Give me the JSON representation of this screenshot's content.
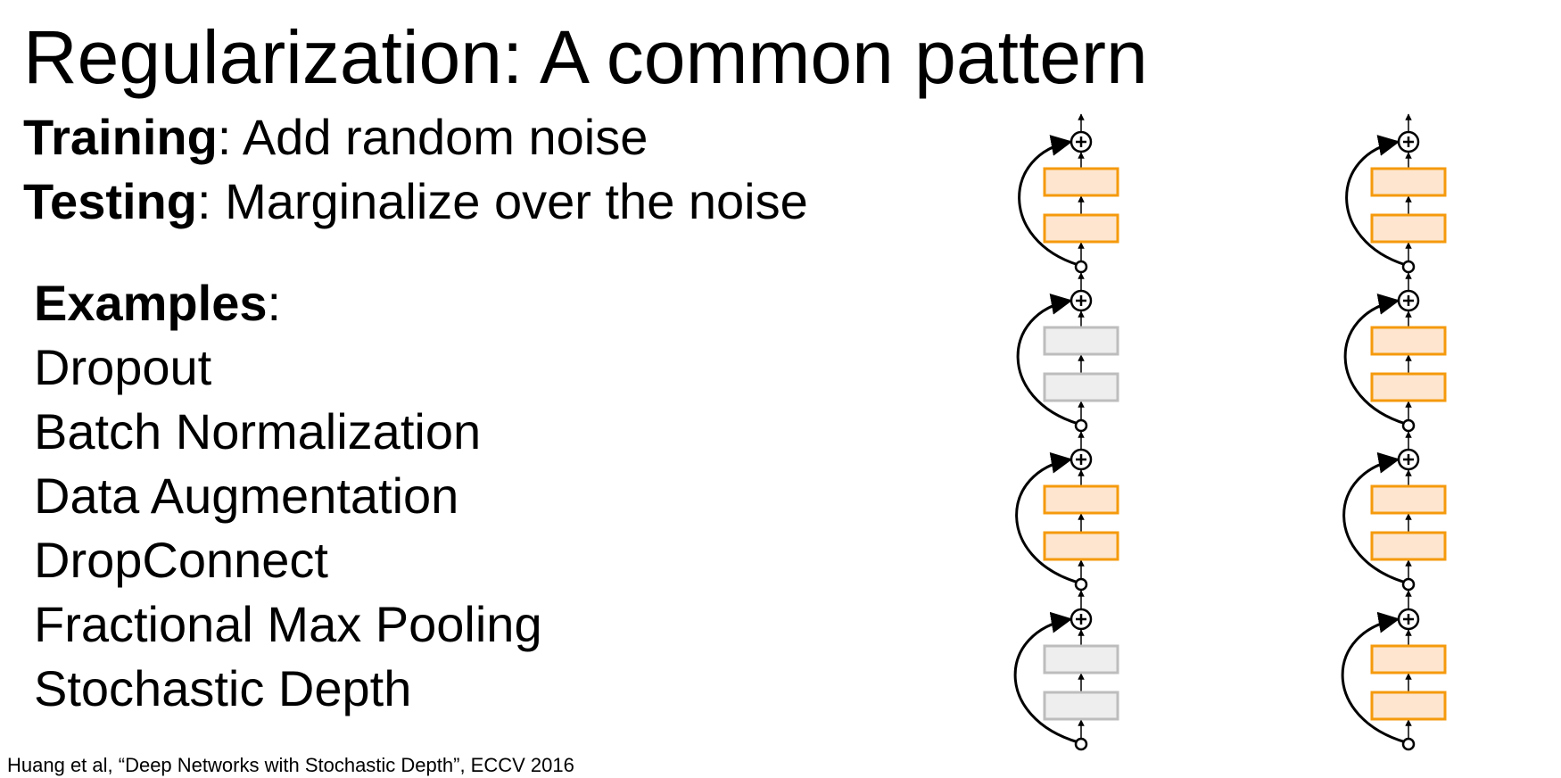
{
  "title": "Regularization: A common pattern",
  "training": {
    "label": "Training",
    "text": ": Add random noise"
  },
  "testing": {
    "label": "Testing",
    "text": ": Marginalize over the noise"
  },
  "examples": {
    "label": "Examples",
    "colon": ":",
    "items": [
      "Dropout",
      "Batch Normalization",
      "Data Augmentation",
      "DropConnect",
      "Fractional Max Pooling",
      "Stochastic Depth"
    ]
  },
  "citation": "Huang et al, “Deep Networks with Stochastic Depth”, ECCV 2016",
  "diagram": {
    "colors": {
      "active_fill": "#fde5cf",
      "active_stroke": "#f59a0c",
      "dropped_fill": "#eeeeee",
      "dropped_stroke": "#bdbdbd",
      "line": "#000000"
    },
    "networks": [
      {
        "blocks_active": [
          true,
          false,
          true,
          false
        ]
      },
      {
        "blocks_active": [
          true,
          true,
          true,
          true
        ]
      }
    ]
  }
}
